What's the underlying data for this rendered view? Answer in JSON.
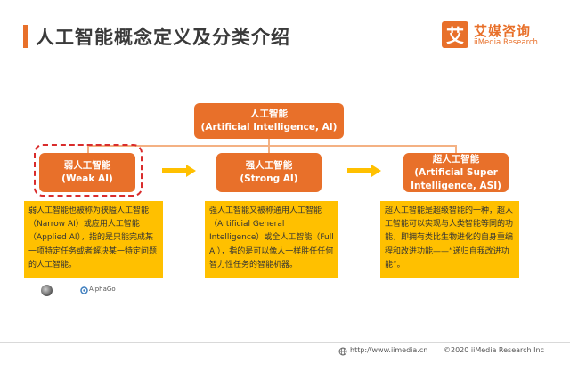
{
  "header": {
    "title": "人工智能概念定义及分类介绍"
  },
  "logo": {
    "mark": "艾",
    "name_cn": "艾媒咨询",
    "name_en": "iiMedia Research"
  },
  "colors": {
    "accent": "#e8702a",
    "box_fill": "#e8702a",
    "desc_fill": "#ffc000",
    "arrow": "#ffc000",
    "highlight_border": "#d92c2c"
  },
  "diagram": {
    "root": {
      "label_cn": "人工智能",
      "label_en": "(Artificial Intelligence, AI)"
    },
    "categories": [
      {
        "label_cn": "弱人工智能",
        "label_en": "(Weak AI)",
        "description": "弱人工智能也被称为狭隘人工智能（Narrow AI）或应用人工智能（Applied AI），指的是只能完成某一项特定任务或者解决某一特定问题的人工智能。"
      },
      {
        "label_cn": "强人工智能",
        "label_en": "(Strong AI)",
        "description": "强人工智能又被称通用人工智能（Artificial General Intelligence）或全人工智能（Full AI），指的是可以像人一样胜任任何智力性任务的智能机器。"
      },
      {
        "label_cn": "超人工智能",
        "label_en_1": "(Artificial Super",
        "label_en_2": "Intelligence, ASI)",
        "description": "超人工智能是超级智能的一种，超人工智能可以实现与人类智能等同的功能，即拥有类比生物进化的自身重编程和改进功能——“递归自我改进功能”。"
      }
    ],
    "examples": [
      {
        "name": "AlphaGo"
      }
    ]
  },
  "footer": {
    "url": "http://www.iimedia.cn",
    "copyright": "©2020  iiMedia Research Inc"
  }
}
